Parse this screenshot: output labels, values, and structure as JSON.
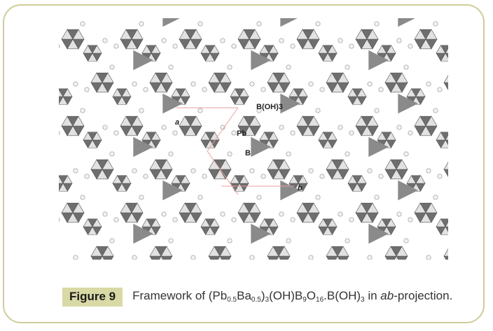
{
  "figure": {
    "atom_labels": {
      "boh3": "B(OH)3",
      "pb": "Pb",
      "b": "B"
    },
    "axis_labels": {
      "a": "a",
      "b": "b"
    }
  },
  "caption": {
    "label": "Figure 9",
    "text_prefix": "Framework of (Pb",
    "sub1": "0.5",
    "mid1": "Ba",
    "sub2": "0.5",
    "mid2": ")",
    "sub3": "3",
    "mid3": "(OH)B",
    "sub4": "9",
    "mid4": "O",
    "sub5": "16",
    "mid5": ".B(OH)",
    "sub6": "3",
    "mid6": " in ",
    "proj_italic": "ab",
    "suffix": "-projection."
  },
  "colors": {
    "border": "#cfcc9a",
    "label_bg": "#d9d9a6",
    "triangle": "#8a8a8a",
    "polyhedra_dark": "#6e6e6e",
    "polyhedra_light": "#e2e2e2",
    "unit_cell_line": "#e8a0a0"
  }
}
